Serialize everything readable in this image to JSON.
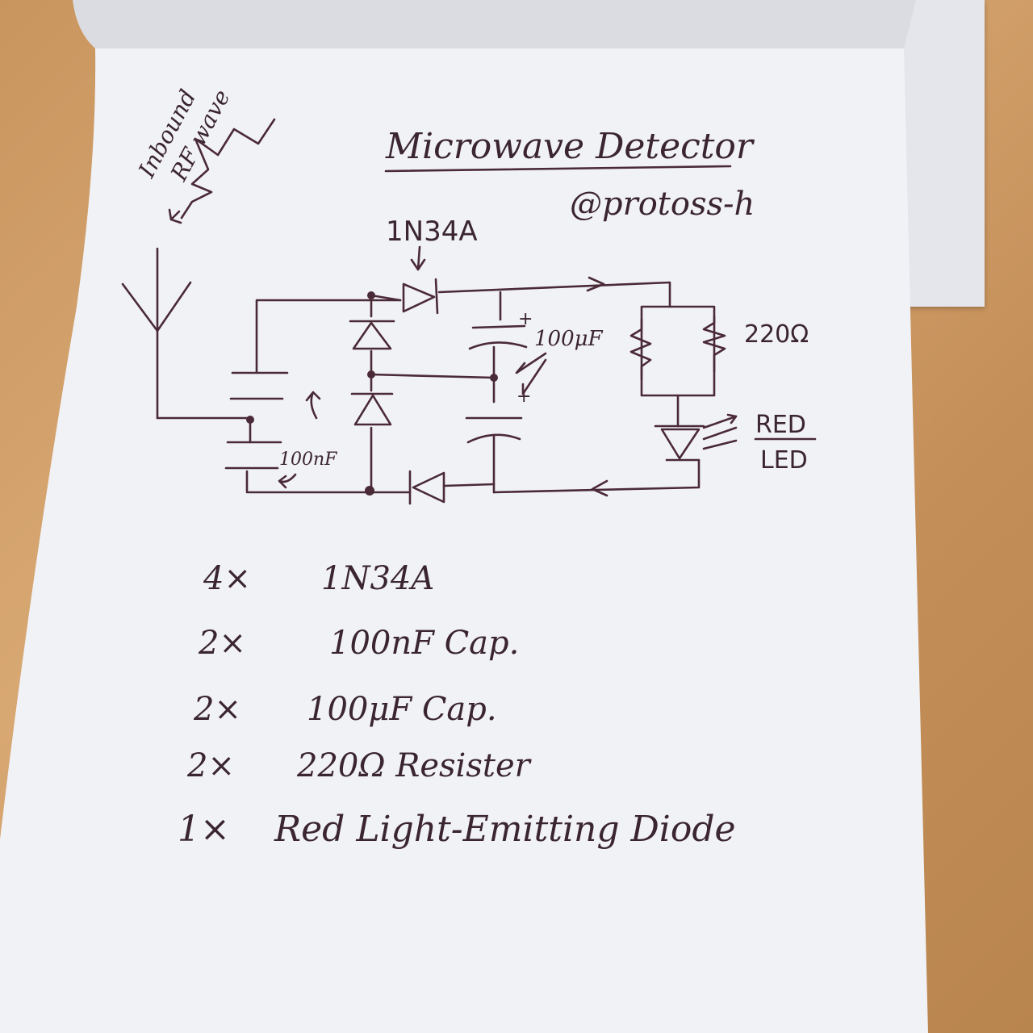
{
  "title": "Microwave Detector",
  "handle": "@protoss-h",
  "labels": {
    "inbound_line1": "Inbound",
    "inbound_line2": "RF wave",
    "diode_top": "1N34A",
    "cap_left": "100nF",
    "cap_right": "100μF",
    "resistor": "220Ω",
    "led_line1": "RED",
    "led_line2": "LED",
    "plus_top": "+",
    "plus_bottom": "+"
  },
  "parts_list": [
    {
      "qty": "4×",
      "item": "1N34A"
    },
    {
      "qty": "2×",
      "item": "100nF Cap."
    },
    {
      "qty": "2×",
      "item": "100μF Cap."
    },
    {
      "qty": "2×",
      "item": "220Ω Resister"
    },
    {
      "qty": "1×",
      "item": "Red Light-Emitting Diode"
    }
  ],
  "colors": {
    "ink": "#4a2a36",
    "paper": "#f1f2f6",
    "desk": "#c9955f"
  }
}
